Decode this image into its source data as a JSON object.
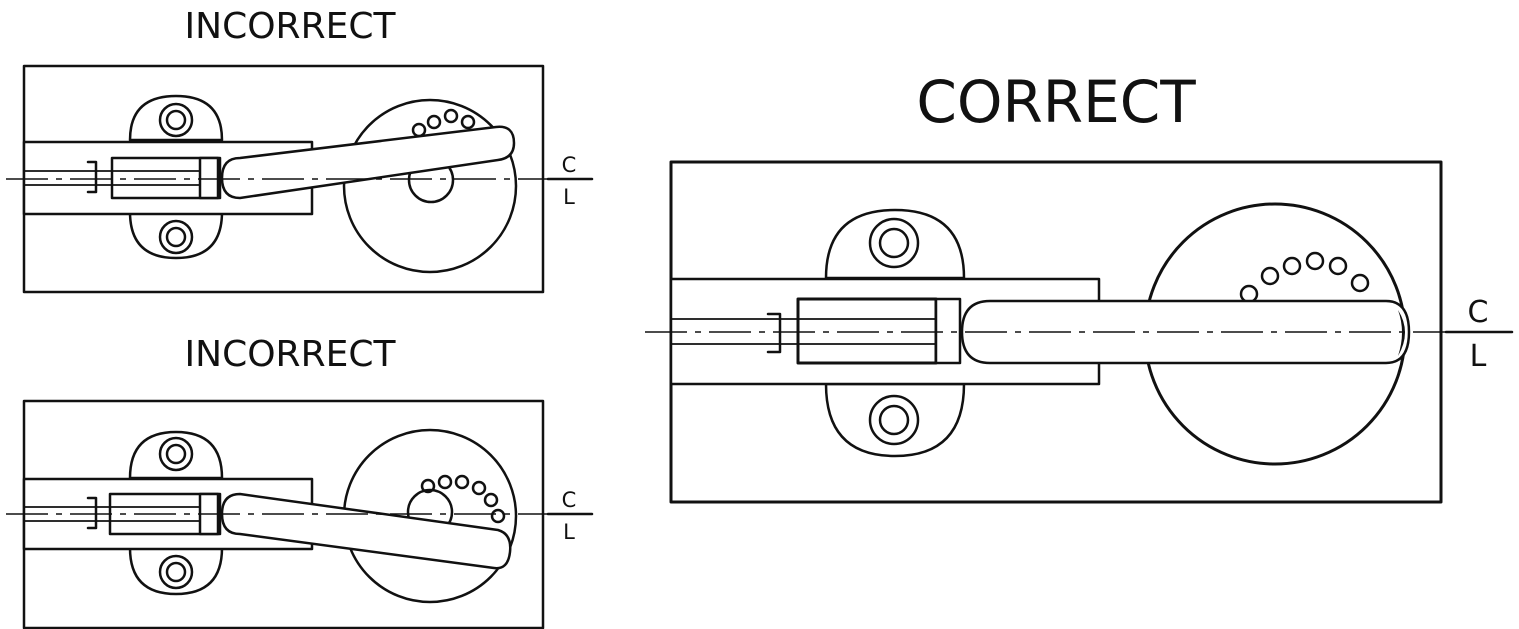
{
  "labels": {
    "top_left_title": "INCORRECT",
    "bottom_left_title": "INCORRECT",
    "right_title": "CORRECT",
    "centerline_top": "C",
    "centerline_bottom": "L"
  },
  "colors": {
    "ink": "#111111",
    "paper": "#ffffff"
  }
}
